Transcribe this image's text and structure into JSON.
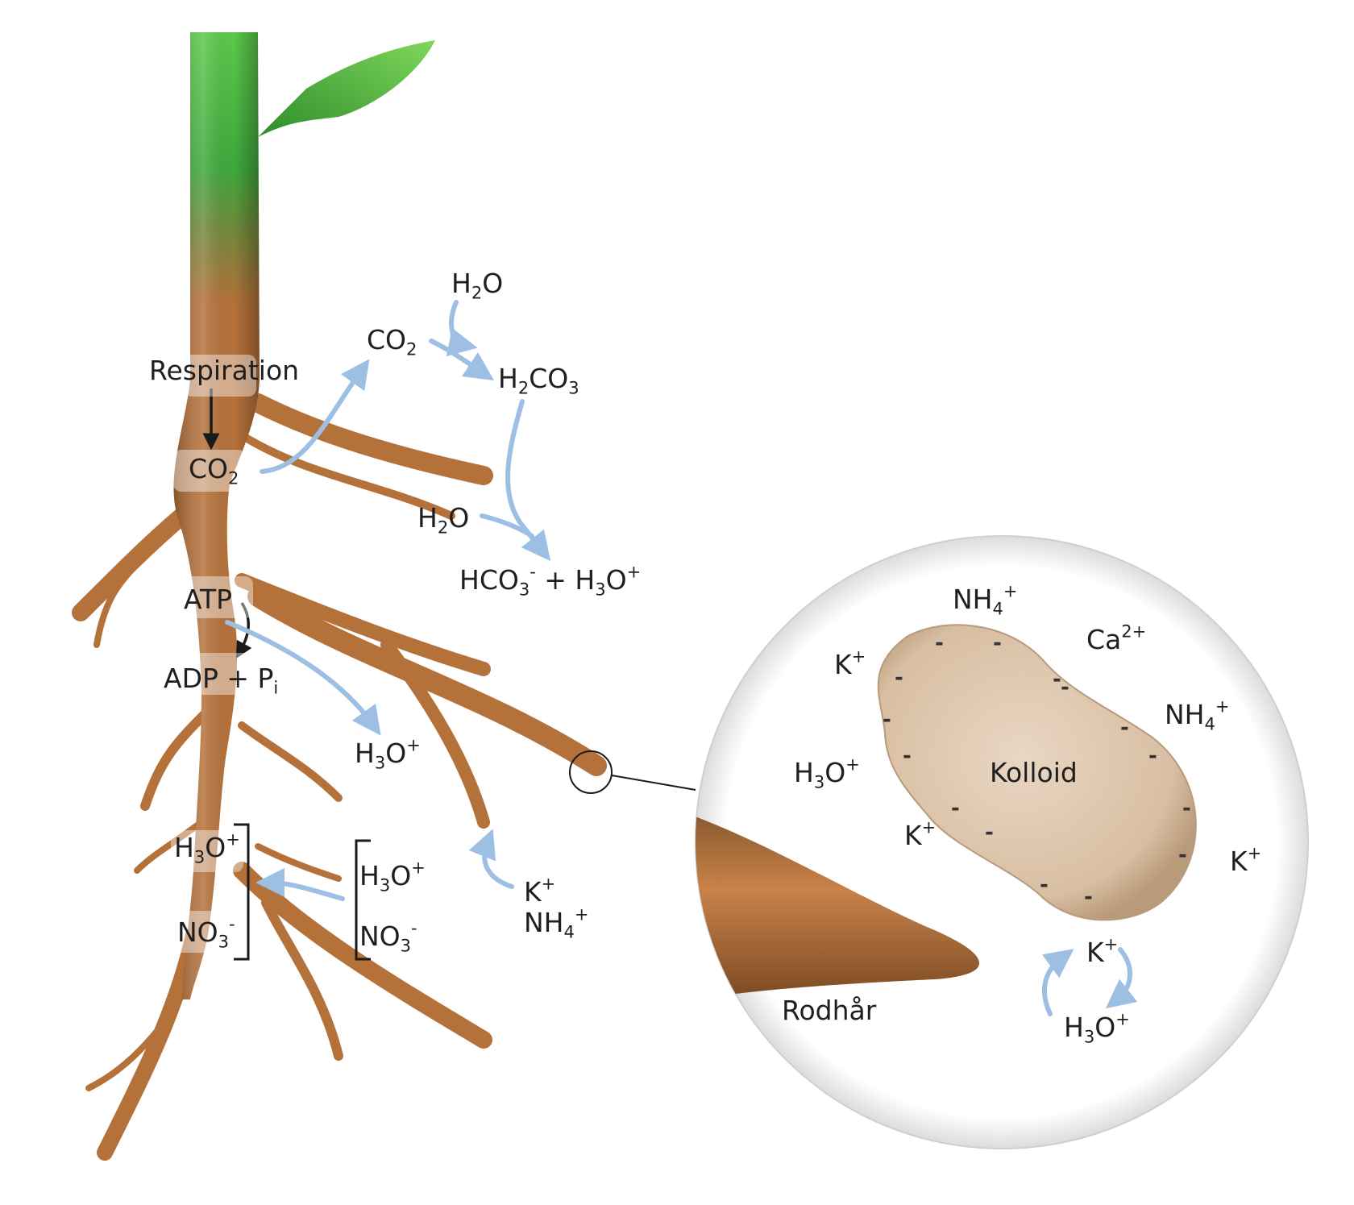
{
  "colors": {
    "arrow_blue": "#9dbfe3",
    "arrow_black": "#1a1a1a",
    "stem_green": "#3ea93c",
    "root_brown": "#b5713a",
    "colloid_tan": "#dcc3a8"
  },
  "labels": {
    "respiration": "Respiration",
    "co2_root": {
      "base": "CO",
      "sub": "2"
    },
    "atp": "ATP",
    "adp_pi": {
      "base": "ADP + P",
      "sub": "i"
    },
    "h3o_root": {
      "pre": "H",
      "sub": "3",
      "mid": "O",
      "sup": "+"
    },
    "no3_root": {
      "base": "NO",
      "sub": "3",
      "sup": "-"
    },
    "co2_air": {
      "base": "CO",
      "sub": "2"
    },
    "h2o_top": {
      "pre": "H",
      "sub": "2",
      "post": "O"
    },
    "h2co3": {
      "pre": "H",
      "sub1": "2",
      "mid": "CO",
      "sub2": "3"
    },
    "h2o_mid": {
      "pre": "H",
      "sub": "2",
      "post": "O"
    },
    "hco3_h3o": {
      "a": "HCO",
      "a_sub": "3",
      "a_sup": "-",
      "plus": " + H",
      "b_sub": "3",
      "b_mid": "O",
      "b_sup": "+"
    },
    "h3o_released": {
      "pre": "H",
      "sub": "3",
      "mid": "O",
      "sup": "+"
    },
    "bracket_h3o": {
      "pre": "H",
      "sub": "3",
      "mid": "O",
      "sup": "+"
    },
    "bracket_no3": {
      "base": "NO",
      "sub": "3",
      "sup": "-"
    },
    "k_plus": {
      "base": "K",
      "sup": "+"
    },
    "nh4_plus": {
      "base": "NH",
      "sub": "4",
      "sup": "+"
    }
  },
  "inset": {
    "colloid": "Kolloid",
    "root_hair": "Rodhår",
    "nh4_top": {
      "base": "NH",
      "sub": "4",
      "sup": "+"
    },
    "ca": {
      "base": "Ca",
      "sup": "2+"
    },
    "k_left": {
      "base": "K",
      "sup": "+"
    },
    "nh4_right": {
      "base": "NH",
      "sub": "4",
      "sup": "+"
    },
    "h3o_left": {
      "pre": "H",
      "sub": "3",
      "mid": "O",
      "sup": "+"
    },
    "k_mid": {
      "base": "K",
      "sup": "+"
    },
    "k_right": {
      "base": "K",
      "sup": "+"
    },
    "k_exchange": {
      "base": "K",
      "sup": "+"
    },
    "h3o_exchange": {
      "pre": "H",
      "sub": "3",
      "mid": "O",
      "sup": "+"
    },
    "charge_symbol": "-"
  }
}
